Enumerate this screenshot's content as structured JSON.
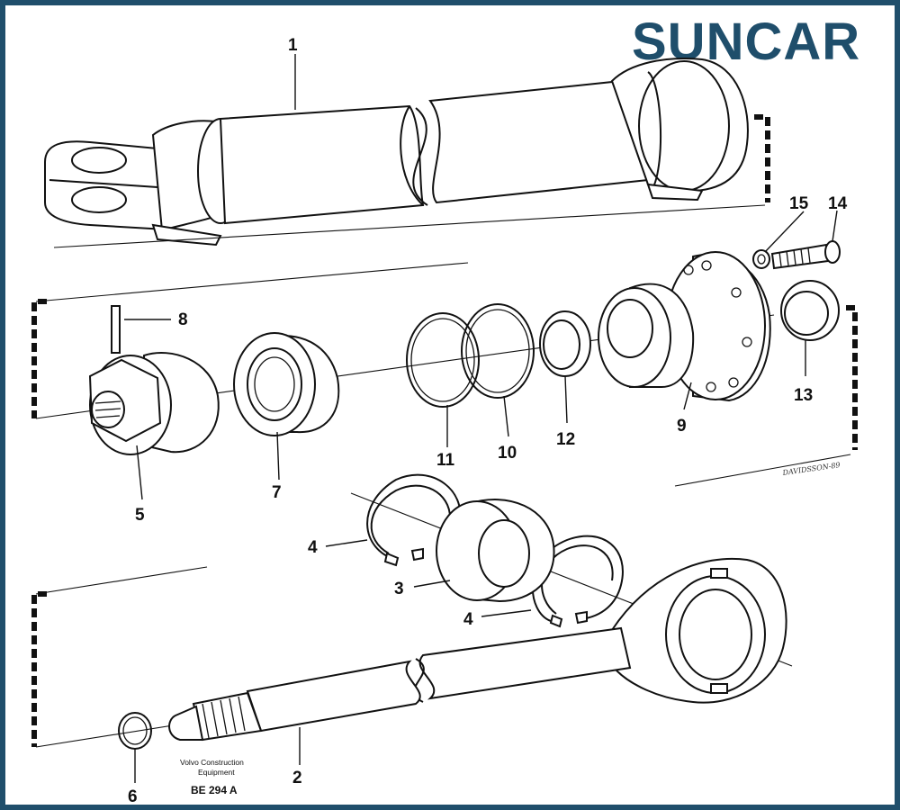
{
  "brand": {
    "logo_text": "SUNCAR",
    "color": "#1f4e6b"
  },
  "part_labels": [
    "1",
    "2",
    "3",
    "4",
    "4",
    "5",
    "6",
    "7",
    "8",
    "9",
    "10",
    "11",
    "12",
    "13",
    "14",
    "15"
  ],
  "caption": {
    "line1": "Volvo Construction",
    "line2": "Equipment",
    "code": "BE 294 A"
  },
  "signature": "DAVIDSSON-89"
}
